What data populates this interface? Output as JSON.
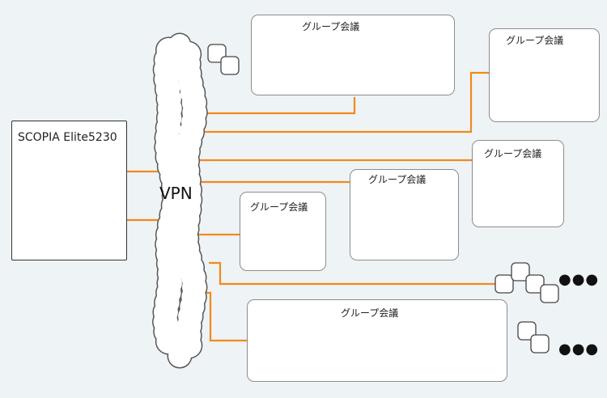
{
  "diagram": {
    "server_label": "SCOPIA Elite5230",
    "cloud_label": "VPN",
    "group_label": "グループ会議",
    "ellipsis": "●●●",
    "colors": {
      "background": "#eef3f6",
      "link_line": "#f08a1c",
      "box_border": "#8d8d8d",
      "server_body": "#2a2a2a"
    }
  }
}
